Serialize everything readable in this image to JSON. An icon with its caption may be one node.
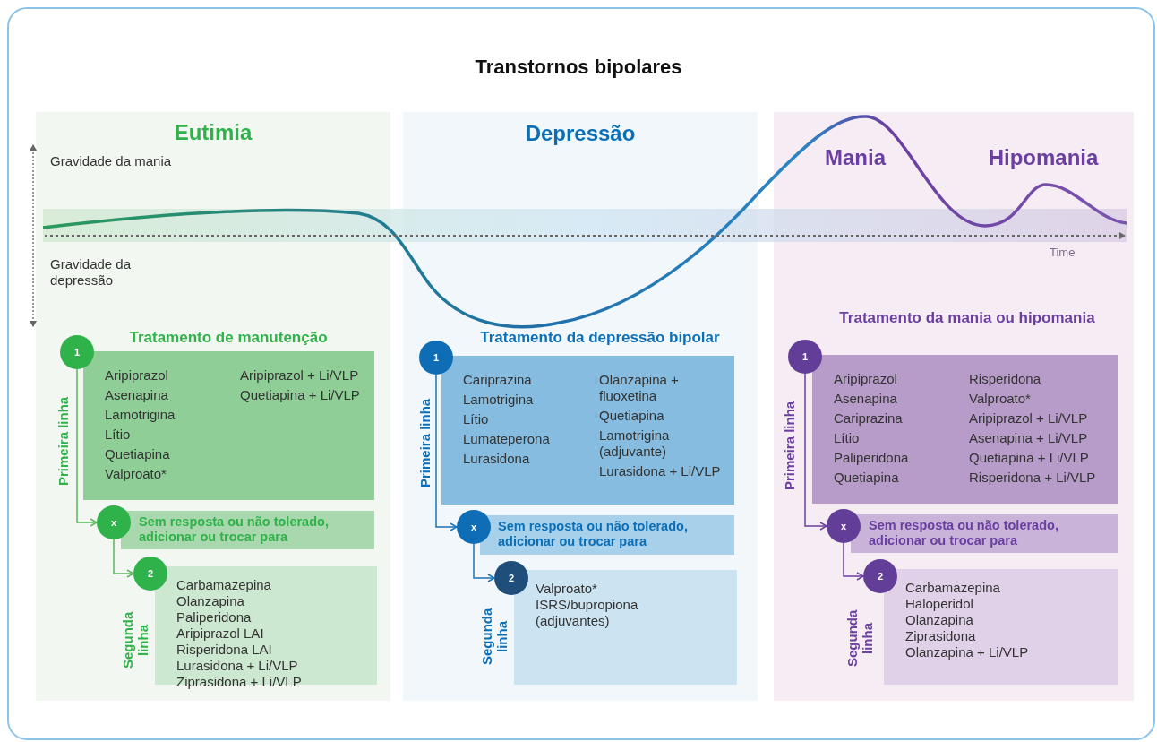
{
  "diagram": {
    "title": "Transtornos bipolares",
    "nodes": [
      {
        "text": [
          "Eutimia",
          "Tratamento de manutenção"
        ]
      },
      {
        "text": [
          "1"
        ],
        "in": 0
      },
      {
        "text": [
          "Aripiprazol",
          "Asenapina",
          "Lamotrigina",
          "Lítio",
          "Quetiapina",
          "Valproato*",
          "Aripiprazol + Li/VLP",
          "Quetiapina + Li/VLP"
        ],
        "in": 0,
        "beside": [
          "Primeira linha"
        ]
      },
      {
        "text": [
          "x"
        ],
        "in": 0
      },
      {
        "text": [
          "Sem resposta ou não tolerado, adicionar ou trocar para"
        ],
        "in": 0
      },
      {
        "text": [
          "2"
        ],
        "in": 0
      },
      {
        "text": [
          "Carbamazepina",
          "Olanzapina",
          "Paliperidona",
          "Aripiprazol LAI",
          "Risperidona LAI",
          "Lurasidona + Li/VLP",
          "Ziprasidona + Li/VLP"
        ],
        "in": 0,
        "beside": [
          "Segunda linha"
        ]
      },
      {
        "text": [
          "Depressão",
          "Tratamento da depressão bipolar"
        ]
      },
      {
        "text": [
          "1"
        ],
        "in": 7
      },
      {
        "text": [
          "Cariprazina",
          "Lamotrigina",
          "Lítio",
          "Lumateperona",
          "Lurasidona",
          "Olanzapina + fluoxetina",
          "Quetiapina",
          "Lamotrigina (adjuvante)",
          "Lurasidona + Li/VLP"
        ],
        "in": 7,
        "beside": [
          "Primeira linha"
        ]
      },
      {
        "text": [
          "x"
        ],
        "in": 7
      },
      {
        "text": [
          "Sem resposta ou não tolerado, adicionar ou trocar para"
        ],
        "in": 7
      },
      {
        "text": [
          "2"
        ],
        "in": 7
      },
      {
        "text": [
          "Valproato*",
          "ISRS/bupropiona",
          "(adjuvantes)"
        ],
        "in": 7,
        "beside": [
          "Segunda linha"
        ]
      },
      {
        "text": [
          "Mania",
          "Hipomania",
          "Tratamento da mania ou hipomania"
        ]
      },
      {
        "text": [
          "1"
        ],
        "in": 14
      },
      {
        "text": [
          "Aripiprazol",
          "Asenapina",
          "Cariprazina",
          "Lítio",
          "Paliperidona",
          "Quetiapina",
          "Risperidona",
          "Valproato*",
          "Aripiprazol + Li/VLP",
          "Asenapina + Li/VLP",
          "Quetiapina + Li/VLP",
          "Risperidona + Li/VLP"
        ],
        "in": 14,
        "beside": [
          "Primeira linha"
        ]
      },
      {
        "text": [
          "x"
        ],
        "in": 14
      },
      {
        "text": [
          "Sem resposta ou não tolerado, adicionar ou trocar para"
        ],
        "in": 14
      },
      {
        "text": [
          "2"
        ],
        "in": 14
      },
      {
        "text": [
          "Carbamazepina",
          "Haloperidol",
          "Olanzapina",
          "Ziprasidona",
          "Olanzapina + Li/VLP"
        ],
        "in": 14,
        "beside": [
          "Segunda linha"
        ]
      }
    ],
    "edges": [
      {
        "from": 1,
        "to": 3,
        "arrow": "to",
        "color": "#5cb85c"
      },
      {
        "from": 3,
        "to": 5,
        "arrow": "to",
        "color": "#5cb85c"
      },
      {
        "from": 8,
        "to": 10,
        "arrow": "to",
        "color": "#1a73b8"
      },
      {
        "from": 10,
        "to": 12,
        "arrow": "to",
        "color": "#1a73b8"
      },
      {
        "from": 15,
        "to": 17,
        "arrow": "to",
        "color": "#6a3fa0"
      },
      {
        "from": 17,
        "to": 19,
        "arrow": "to",
        "color": "#6a3fa0"
      }
    ],
    "labels": [
      "Gravidade da mania",
      "Gravidade da depressão",
      "Time"
    ]
  }
}
